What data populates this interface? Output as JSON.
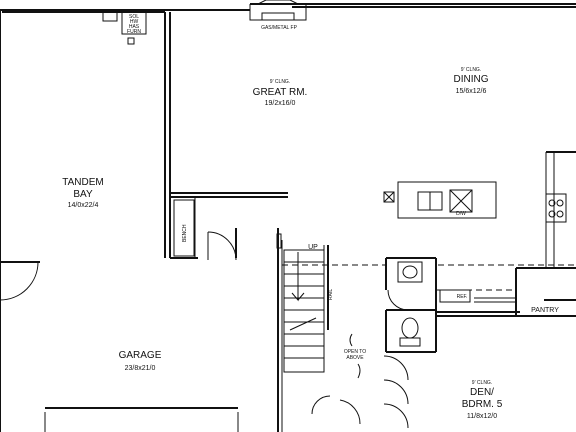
{
  "rooms": {
    "great_room": {
      "ceiling": "9' CLNG.",
      "name": "GREAT RM.",
      "size": "19/2x16/0"
    },
    "dining": {
      "ceiling": "9' CLNG.",
      "name": "DINING",
      "size": "15/6x12/6"
    },
    "tandem_bay": {
      "name_line1": "TANDEM",
      "name_line2": "BAY",
      "size": "14/0x22/4"
    },
    "garage": {
      "name": "GARAGE",
      "size": "23/8x21/0"
    },
    "den": {
      "ceiling": "9' CLNG.",
      "name_line1": "DEN/",
      "name_line2": "BDRM. 5",
      "size": "11/8x12/0"
    }
  },
  "labels": {
    "fireplace": "GAS/METAL FP",
    "bench": "BENCH",
    "stairs_up": "UP",
    "rail": "RAIL",
    "open_line1": "OPEN TO",
    "open_line2": "ABOVE",
    "pantry": "PANTRY",
    "refrigerator": "REF.",
    "dishwasher": "D/W",
    "furnace_lines": [
      "SOL",
      "HW",
      "HAS",
      "FURN"
    ]
  }
}
